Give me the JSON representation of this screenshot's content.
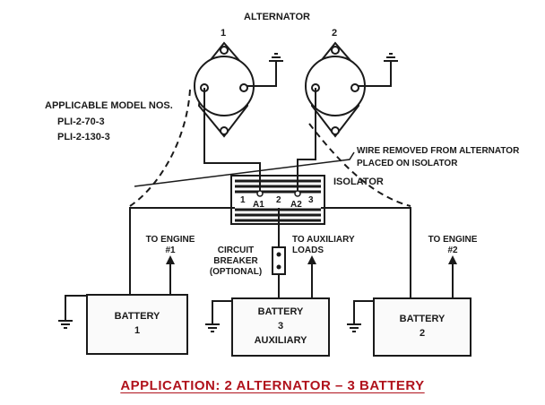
{
  "title": "ALTERNATOR",
  "alternators": [
    {
      "number": "1"
    },
    {
      "number": "2"
    }
  ],
  "models": {
    "heading": "APPLICABLE MODEL NOS.",
    "items": [
      "PLI-2-70-3",
      "PLI-2-130-3"
    ]
  },
  "wire_note": {
    "line1": "WIRE REMOVED FROM ALTERNATOR",
    "line2": "PLACED ON ISOLATOR"
  },
  "isolator": {
    "label": "ISOLATOR",
    "terminals": [
      "1",
      "A1",
      "2",
      "A2",
      "3"
    ]
  },
  "circuit_breaker": {
    "line1": "CIRCUIT",
    "line2": "BREAKER",
    "line3": "(OPTIONAL)"
  },
  "auxiliary_loads": {
    "line1": "TO AUXILIARY",
    "line2": "LOADS"
  },
  "engines": [
    {
      "line1": "TO ENGINE",
      "line2": "#1"
    },
    {
      "line1": "TO ENGINE",
      "line2": "#2"
    }
  ],
  "batteries": [
    {
      "line1": "BATTERY",
      "line2": "1"
    },
    {
      "line1": "BATTERY",
      "line2": "3",
      "line3": "AUXILIARY"
    },
    {
      "line1": "BATTERY",
      "line2": "2"
    }
  ],
  "caption": "APPLICATION:  2 ALTERNATOR  –  3 BATTERY",
  "colors": {
    "ink": "#1a1a1a",
    "caption": "#b0121c"
  }
}
